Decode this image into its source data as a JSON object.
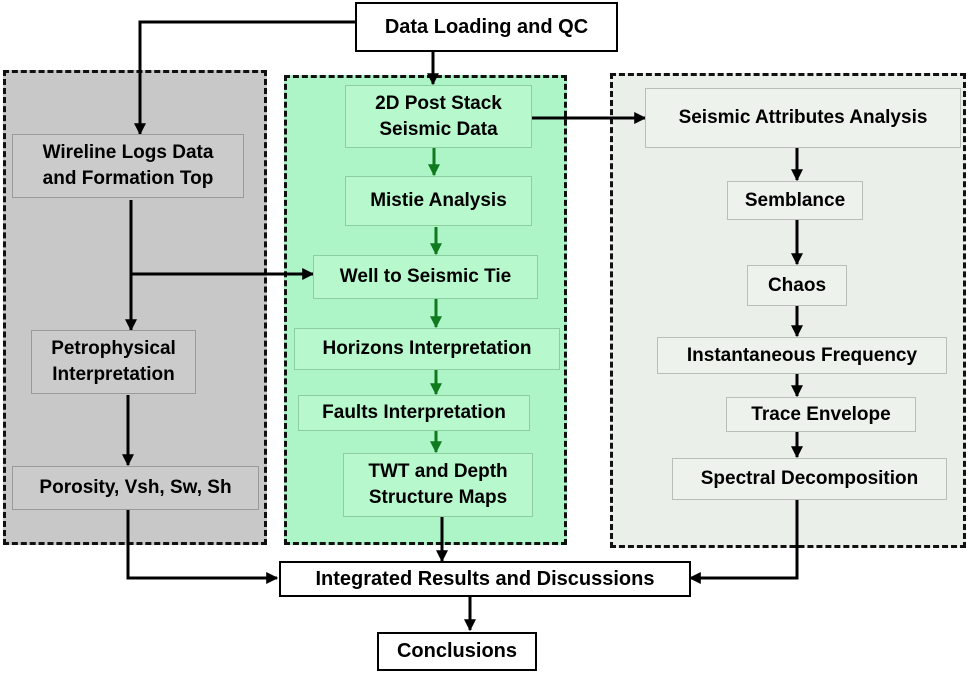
{
  "top": {
    "title": "Data Loading and QC"
  },
  "left_column": {
    "steps": [
      "Wireline Logs Data\nand Formation Top",
      "Petrophysical\nInterpretation",
      "Porosity, Vsh, Sw, Sh"
    ]
  },
  "middle_column": {
    "steps": [
      "2D Post Stack\nSeismic Data",
      "Mistie Analysis",
      "Well to Seismic Tie",
      "Horizons Interpretation",
      "Faults Interpretation",
      "TWT and Depth\nStructure Maps"
    ]
  },
  "right_column": {
    "steps": [
      "Seismic Attributes Analysis",
      "Semblance",
      "Chaos",
      "Instantaneous Frequency",
      "Trace Envelope",
      "Spectral Decomposition"
    ]
  },
  "bottom": {
    "integrated": "Integrated Results and Discussions",
    "conclusions": "Conclusions"
  },
  "colors": {
    "left_panel": "#c8c8c8",
    "middle_panel": "#adf5c6",
    "right_panel": "#ebefea",
    "green_arrow": "#0f7a1e",
    "black_arrow": "#000000"
  }
}
